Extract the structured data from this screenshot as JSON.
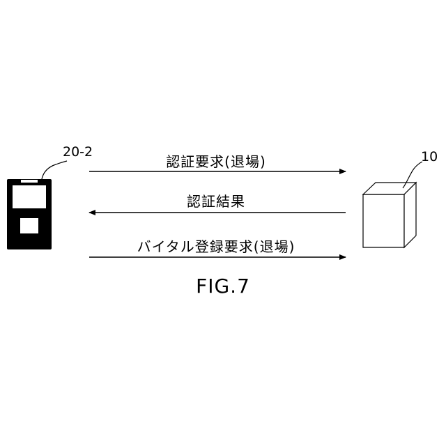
{
  "devices": {
    "phone": {
      "ref": "20-2"
    },
    "server": {
      "ref": "10"
    }
  },
  "messages": [
    {
      "label": "認証要求(退場)",
      "direction": "right"
    },
    {
      "label": "認証結果",
      "direction": "left"
    },
    {
      "label": "バイタル登録要求(退場)",
      "direction": "right"
    }
  ],
  "figure": {
    "caption": "FIG.7"
  }
}
